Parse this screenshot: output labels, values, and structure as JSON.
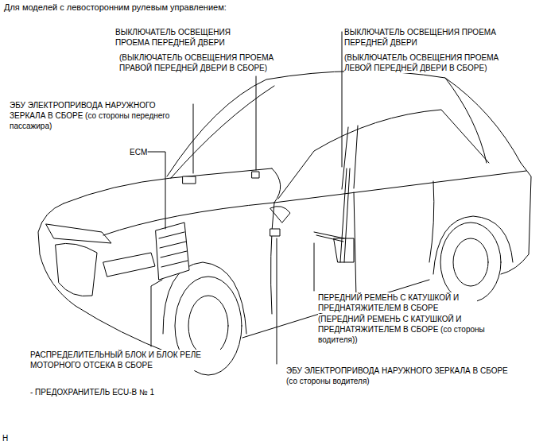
{
  "diagram": {
    "title": "Для моделей с левосторонним рулевым управлением:",
    "labels": [
      "ВЫКЛЮЧАТЕЛЬ ОСВЕЩЕНИЯ ПРОЕМА ПЕРЕДНЕЙ ДВЕРИ",
      "(ВЫКЛЮЧАТЕЛЬ ОСВЕЩЕНИЯ ПРОЕМА ПРАВОЙ ПЕРЕДНЕЙ ДВЕРИ В СБОРЕ)",
      "ВЫКЛЮЧАТЕЛЬ ОСВЕЩЕНИЯ ПРОЕМА ПЕРЕДНЕЙ ДВЕРИ",
      "(ВЫКЛЮЧАТЕЛЬ ОСВЕЩЕНИЯ ПРОЕМА ЛЕВОЙ ПЕРЕДНЕЙ ДВЕРИ В СБОРЕ)",
      "ЭБУ ЭЛЕКТРОПРИВОДА НАРУЖНОГО ЗЕРКАЛА В СБОРЕ (со стороны переднего пассажира)",
      "ECM",
      "ПЕРЕДНИЙ РЕМЕНЬ С КАТУШКОЙ И ПРЕДНАТЯЖИТЕЛЕМ В СБОРЕ",
      "(ПЕРЕДНИЙ РЕМЕНЬ С КАТУШКОЙ И ПРЕДНАТЯЖИТЕЛЕМ В СБОРЕ (со стороны водителя))",
      "РАСПРЕДЕЛИТЕЛЬНЫЙ БЛОК И БЛОК РЕЛЕ МОТОРНОГО ОТСЕКА В СБОРЕ",
      "- ПРЕДОХРАНИТЕЛЬ ECU-B № 1",
      "ЭБУ ЭЛЕКТРОПРИВОДА НАРУЖНОГО ЗЕРКАЛА В СБОРЕ (со стороны водителя)",
      "H"
    ]
  }
}
